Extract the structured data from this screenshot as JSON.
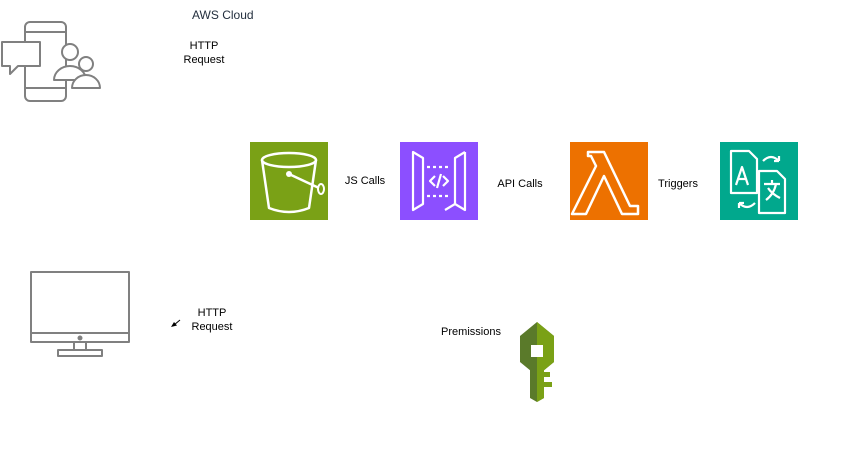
{
  "group_title": "AWS Cloud",
  "edge_labels": {
    "http_request_top": "HTTP\nRequest",
    "http_request_bottom": "HTTP\nRequest",
    "js_calls": "JS Calls",
    "api_calls": "API Calls",
    "triggers": "Triggers",
    "permissions": "Premissions"
  },
  "icons": {
    "mobile_user": "mobile-chat-users-icon",
    "desktop": "desktop-monitor-icon",
    "s3": "s3-bucket-icon",
    "api_gateway": "api-gateway-icon",
    "lambda": "lambda-icon",
    "translate": "translate-icon",
    "iam": "iam-key-icon"
  },
  "colors": {
    "s3": "#7aa116",
    "api_gateway": "#8c4fff",
    "lambda": "#ed7100",
    "translate": "#01a88d",
    "iam_dark": "#5a7a2a",
    "iam_light": "#7aa116",
    "client_stroke": "#808080"
  }
}
